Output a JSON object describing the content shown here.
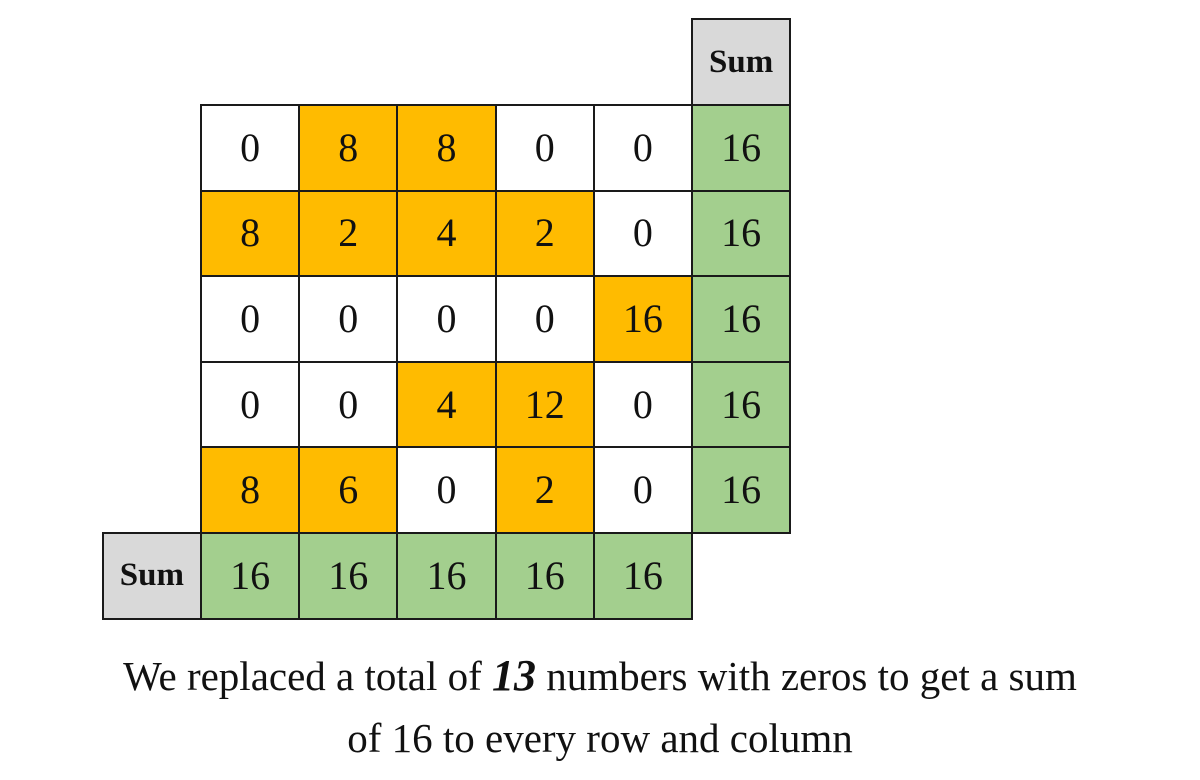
{
  "header_label": "Sum",
  "grid": [
    [
      {
        "v": "0",
        "hl": false
      },
      {
        "v": "8",
        "hl": true
      },
      {
        "v": "8",
        "hl": true
      },
      {
        "v": "0",
        "hl": false
      },
      {
        "v": "0",
        "hl": false
      }
    ],
    [
      {
        "v": "8",
        "hl": true
      },
      {
        "v": "2",
        "hl": true
      },
      {
        "v": "4",
        "hl": true
      },
      {
        "v": "2",
        "hl": true
      },
      {
        "v": "0",
        "hl": false
      }
    ],
    [
      {
        "v": "0",
        "hl": false
      },
      {
        "v": "0",
        "hl": false
      },
      {
        "v": "0",
        "hl": false
      },
      {
        "v": "0",
        "hl": false
      },
      {
        "v": "16",
        "hl": true
      }
    ],
    [
      {
        "v": "0",
        "hl": false
      },
      {
        "v": "0",
        "hl": false
      },
      {
        "v": "4",
        "hl": true
      },
      {
        "v": "12",
        "hl": true
      },
      {
        "v": "0",
        "hl": false
      }
    ],
    [
      {
        "v": "8",
        "hl": true
      },
      {
        "v": "6",
        "hl": true
      },
      {
        "v": "0",
        "hl": false
      },
      {
        "v": "2",
        "hl": true
      },
      {
        "v": "0",
        "hl": false
      }
    ]
  ],
  "row_sums": [
    "16",
    "16",
    "16",
    "16",
    "16"
  ],
  "col_sums": [
    "16",
    "16",
    "16",
    "16",
    "16"
  ],
  "caption": {
    "before": "We replaced a total of ",
    "count": "13",
    "after": " numbers with zeros to get a sum",
    "line2": "of 16 to every row and column"
  },
  "colors": {
    "highlight": "#ffbb00",
    "sum": "#a3cf8e",
    "header": "#d9d9d9",
    "plain": "#ffffff"
  }
}
